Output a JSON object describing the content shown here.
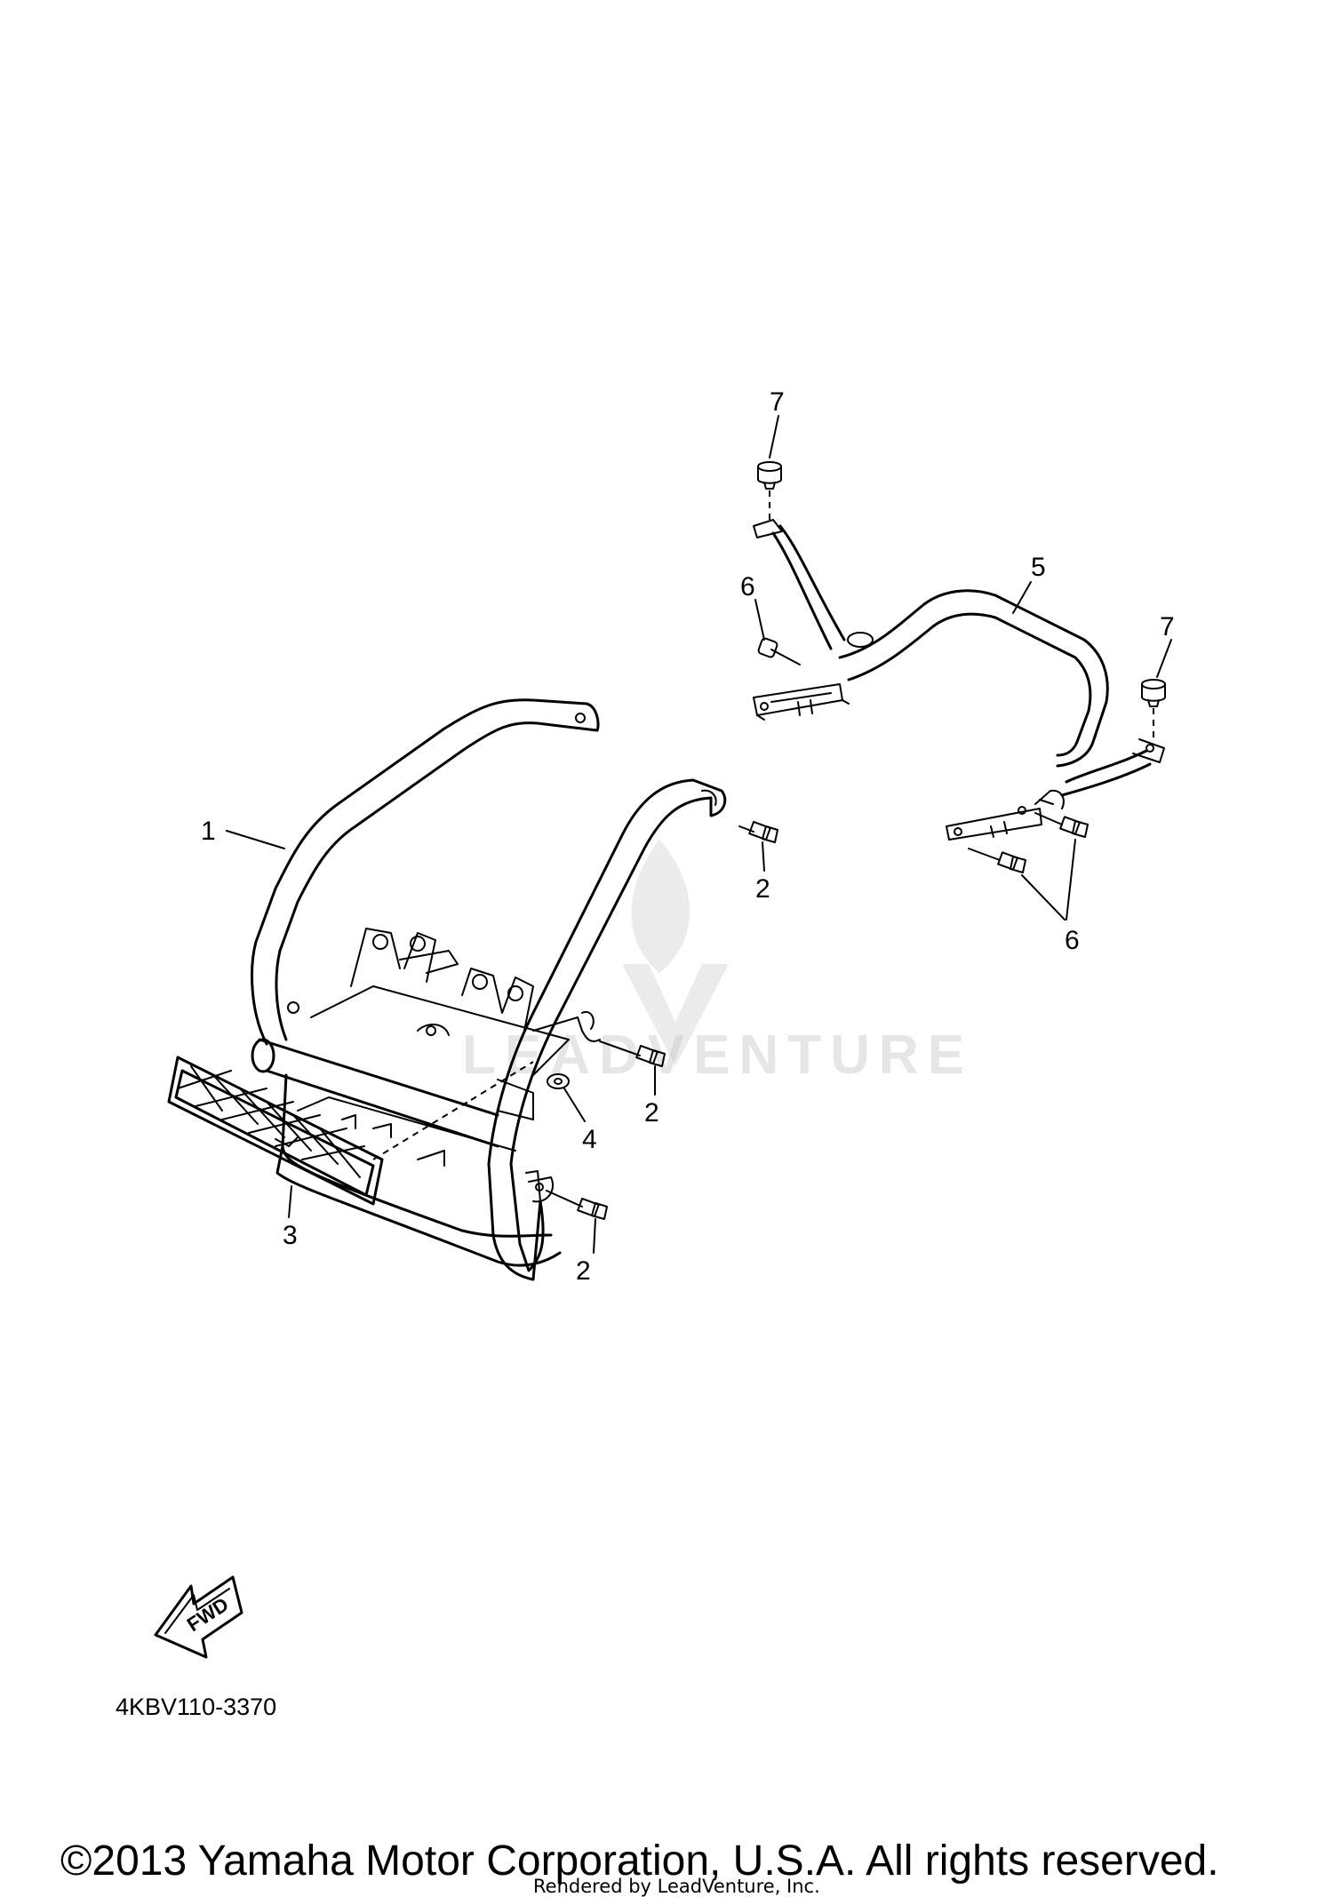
{
  "callouts": {
    "c1": "1",
    "c2a": "2",
    "c2b": "2",
    "c2c": "2",
    "c3": "3",
    "c4": "4",
    "c5": "5",
    "c6a": "6",
    "c6b": "6",
    "c7a": "7",
    "c7b": "7"
  },
  "fwd_badge": "FWD",
  "diagram_code": "4KBV110-3370",
  "copyright": "©2013 Yamaha Motor Corporation, U.S.A. All rights reserved.",
  "rendered_by": "Rendered by LeadVenture, Inc.",
  "watermark": "LEADVENTURE",
  "icons": [
    "leadventure-logo-watermark",
    "fwd-arrow-icon"
  ]
}
